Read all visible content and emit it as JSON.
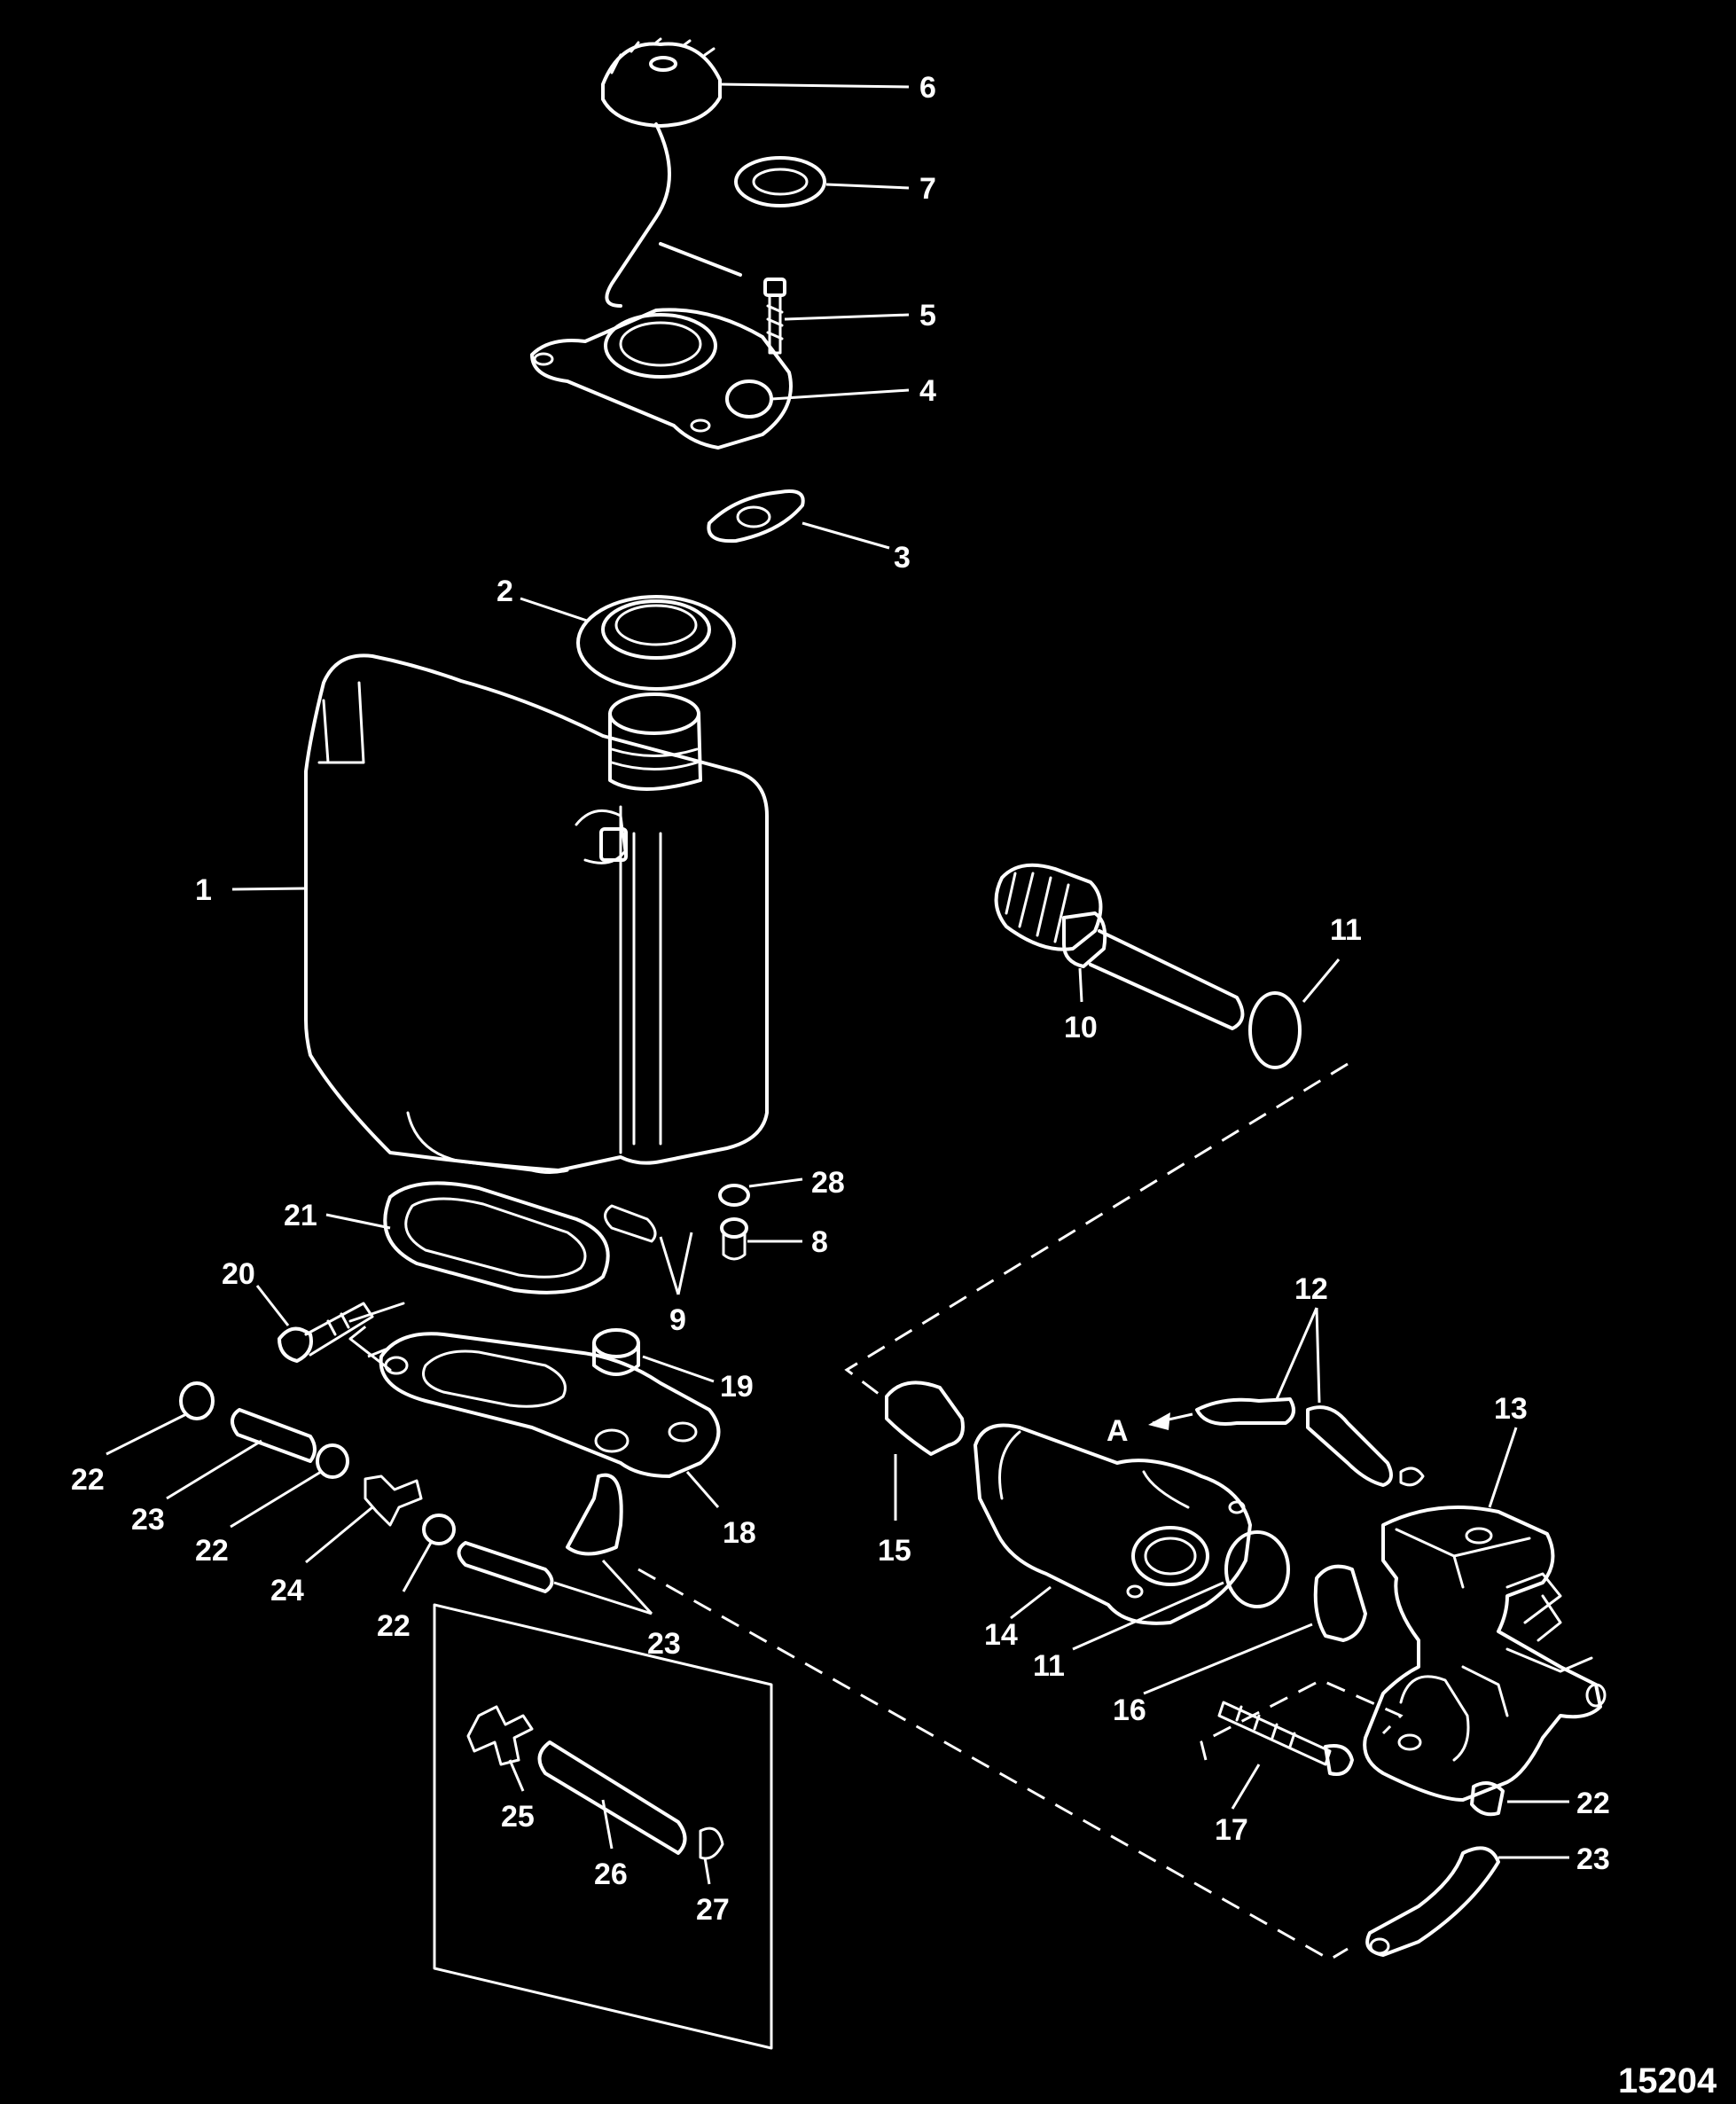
{
  "diagram": {
    "figure_number": "15204",
    "detail_label": "A",
    "callouts": [
      {
        "id": "c6",
        "label": "6"
      },
      {
        "id": "c7",
        "label": "7"
      },
      {
        "id": "c5",
        "label": "5"
      },
      {
        "id": "c4",
        "label": "4"
      },
      {
        "id": "c3",
        "label": "3"
      },
      {
        "id": "c2",
        "label": "2"
      },
      {
        "id": "c1",
        "label": "1"
      },
      {
        "id": "c11a",
        "label": "11"
      },
      {
        "id": "c10",
        "label": "10"
      },
      {
        "id": "c28",
        "label": "28"
      },
      {
        "id": "c8",
        "label": "8"
      },
      {
        "id": "c21",
        "label": "21"
      },
      {
        "id": "c9",
        "label": "9"
      },
      {
        "id": "c20",
        "label": "20"
      },
      {
        "id": "c19",
        "label": "19"
      },
      {
        "id": "c12",
        "label": "12"
      },
      {
        "id": "c13",
        "label": "13"
      },
      {
        "id": "c22a",
        "label": "22"
      },
      {
        "id": "c23a",
        "label": "23"
      },
      {
        "id": "c22b",
        "label": "22"
      },
      {
        "id": "c24",
        "label": "24"
      },
      {
        "id": "c22c",
        "label": "22"
      },
      {
        "id": "c18",
        "label": "18"
      },
      {
        "id": "c23b",
        "label": "23"
      },
      {
        "id": "c15",
        "label": "15"
      },
      {
        "id": "c14",
        "label": "14"
      },
      {
        "id": "c11b",
        "label": "11"
      },
      {
        "id": "c16",
        "label": "16"
      },
      {
        "id": "c17",
        "label": "17"
      },
      {
        "id": "c22d",
        "label": "22"
      },
      {
        "id": "c23c",
        "label": "23"
      },
      {
        "id": "c25",
        "label": "25"
      },
      {
        "id": "c26",
        "label": "26"
      },
      {
        "id": "c27",
        "label": "27"
      }
    ]
  }
}
